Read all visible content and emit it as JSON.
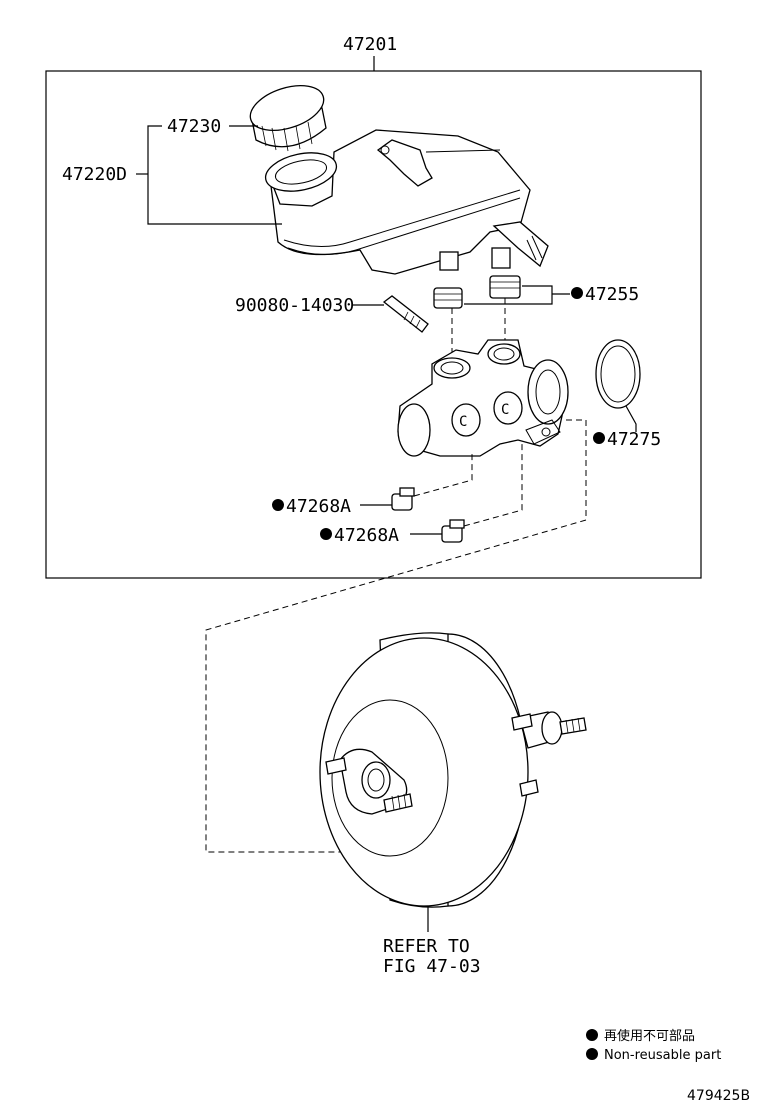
{
  "assembly": {
    "number": "47201"
  },
  "parts": {
    "cap": "47230",
    "reservoir": "47220D",
    "grommet": "47255",
    "pin": "90080-14030",
    "o_ring": "47275",
    "plug_upper": "47268A",
    "plug_lower": "47268A"
  },
  "booster": {
    "reference_line1": "REFER TO",
    "reference_line2": "FIG 47-03"
  },
  "legend": {
    "non_reusable_jp": "再使用不可部品",
    "non_reusable_en": "Non-reusable part"
  },
  "figure_code": "479425B"
}
